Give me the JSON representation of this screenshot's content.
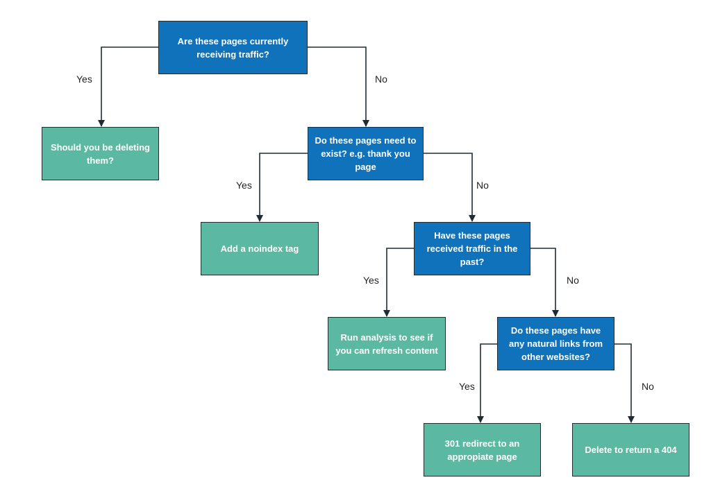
{
  "colors": {
    "question": "#0f72bb",
    "outcome": "#5bb9a2",
    "line": "#1f2d33"
  },
  "nodes": {
    "q1": "Are these pages currently receiving traffic?",
    "a1": "Should you be deleting them?",
    "q2": "Do these pages need to exist? e.g. thank you page",
    "a2": "Add a noindex tag",
    "q3": "Have these pages received traffic in the past?",
    "a3": "Run analysis to see if you can refresh content",
    "q4": "Do these pages have any natural links from other websites?",
    "a4": "301 redirect to an appropiate page",
    "a5": "Delete to return a 404"
  },
  "edges": {
    "q1_yes": "Yes",
    "q1_no": "No",
    "q2_yes": "Yes",
    "q2_no": "No",
    "q3_yes": "Yes",
    "q3_no": "No",
    "q4_yes": "Yes",
    "q4_no": "No"
  }
}
